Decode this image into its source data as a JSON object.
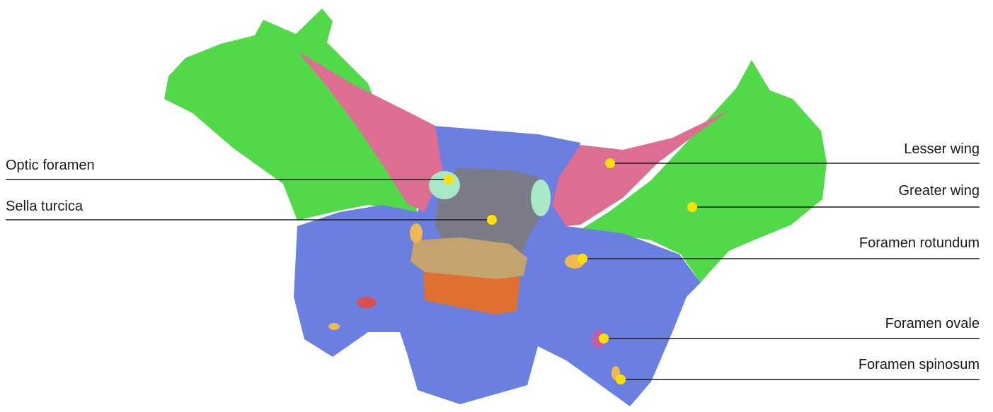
{
  "labels": {
    "optic_foramen": "Optic foramen",
    "sella_turcica": "Sella turcica",
    "lesser_wing": "Lesser wing",
    "greater_wing": "Greater wing",
    "foramen_rotundum": "Foramen rotundum",
    "foramen_ovale": "Foramen ovale",
    "foramen_spinosum": "Foramen spinosum"
  },
  "colors": {
    "body": "#6a7fe0",
    "greater_wing": "#52d94a",
    "lesser_wing": "#dd6e92",
    "sella": "#7c7c88",
    "optic": "#a8e8c6",
    "dorsum": "#c4a36e",
    "sphenoid_sinus": "#e07030",
    "foramen": "#f0b850",
    "marker": "#ffe000",
    "leader": "#1a1a1a"
  }
}
